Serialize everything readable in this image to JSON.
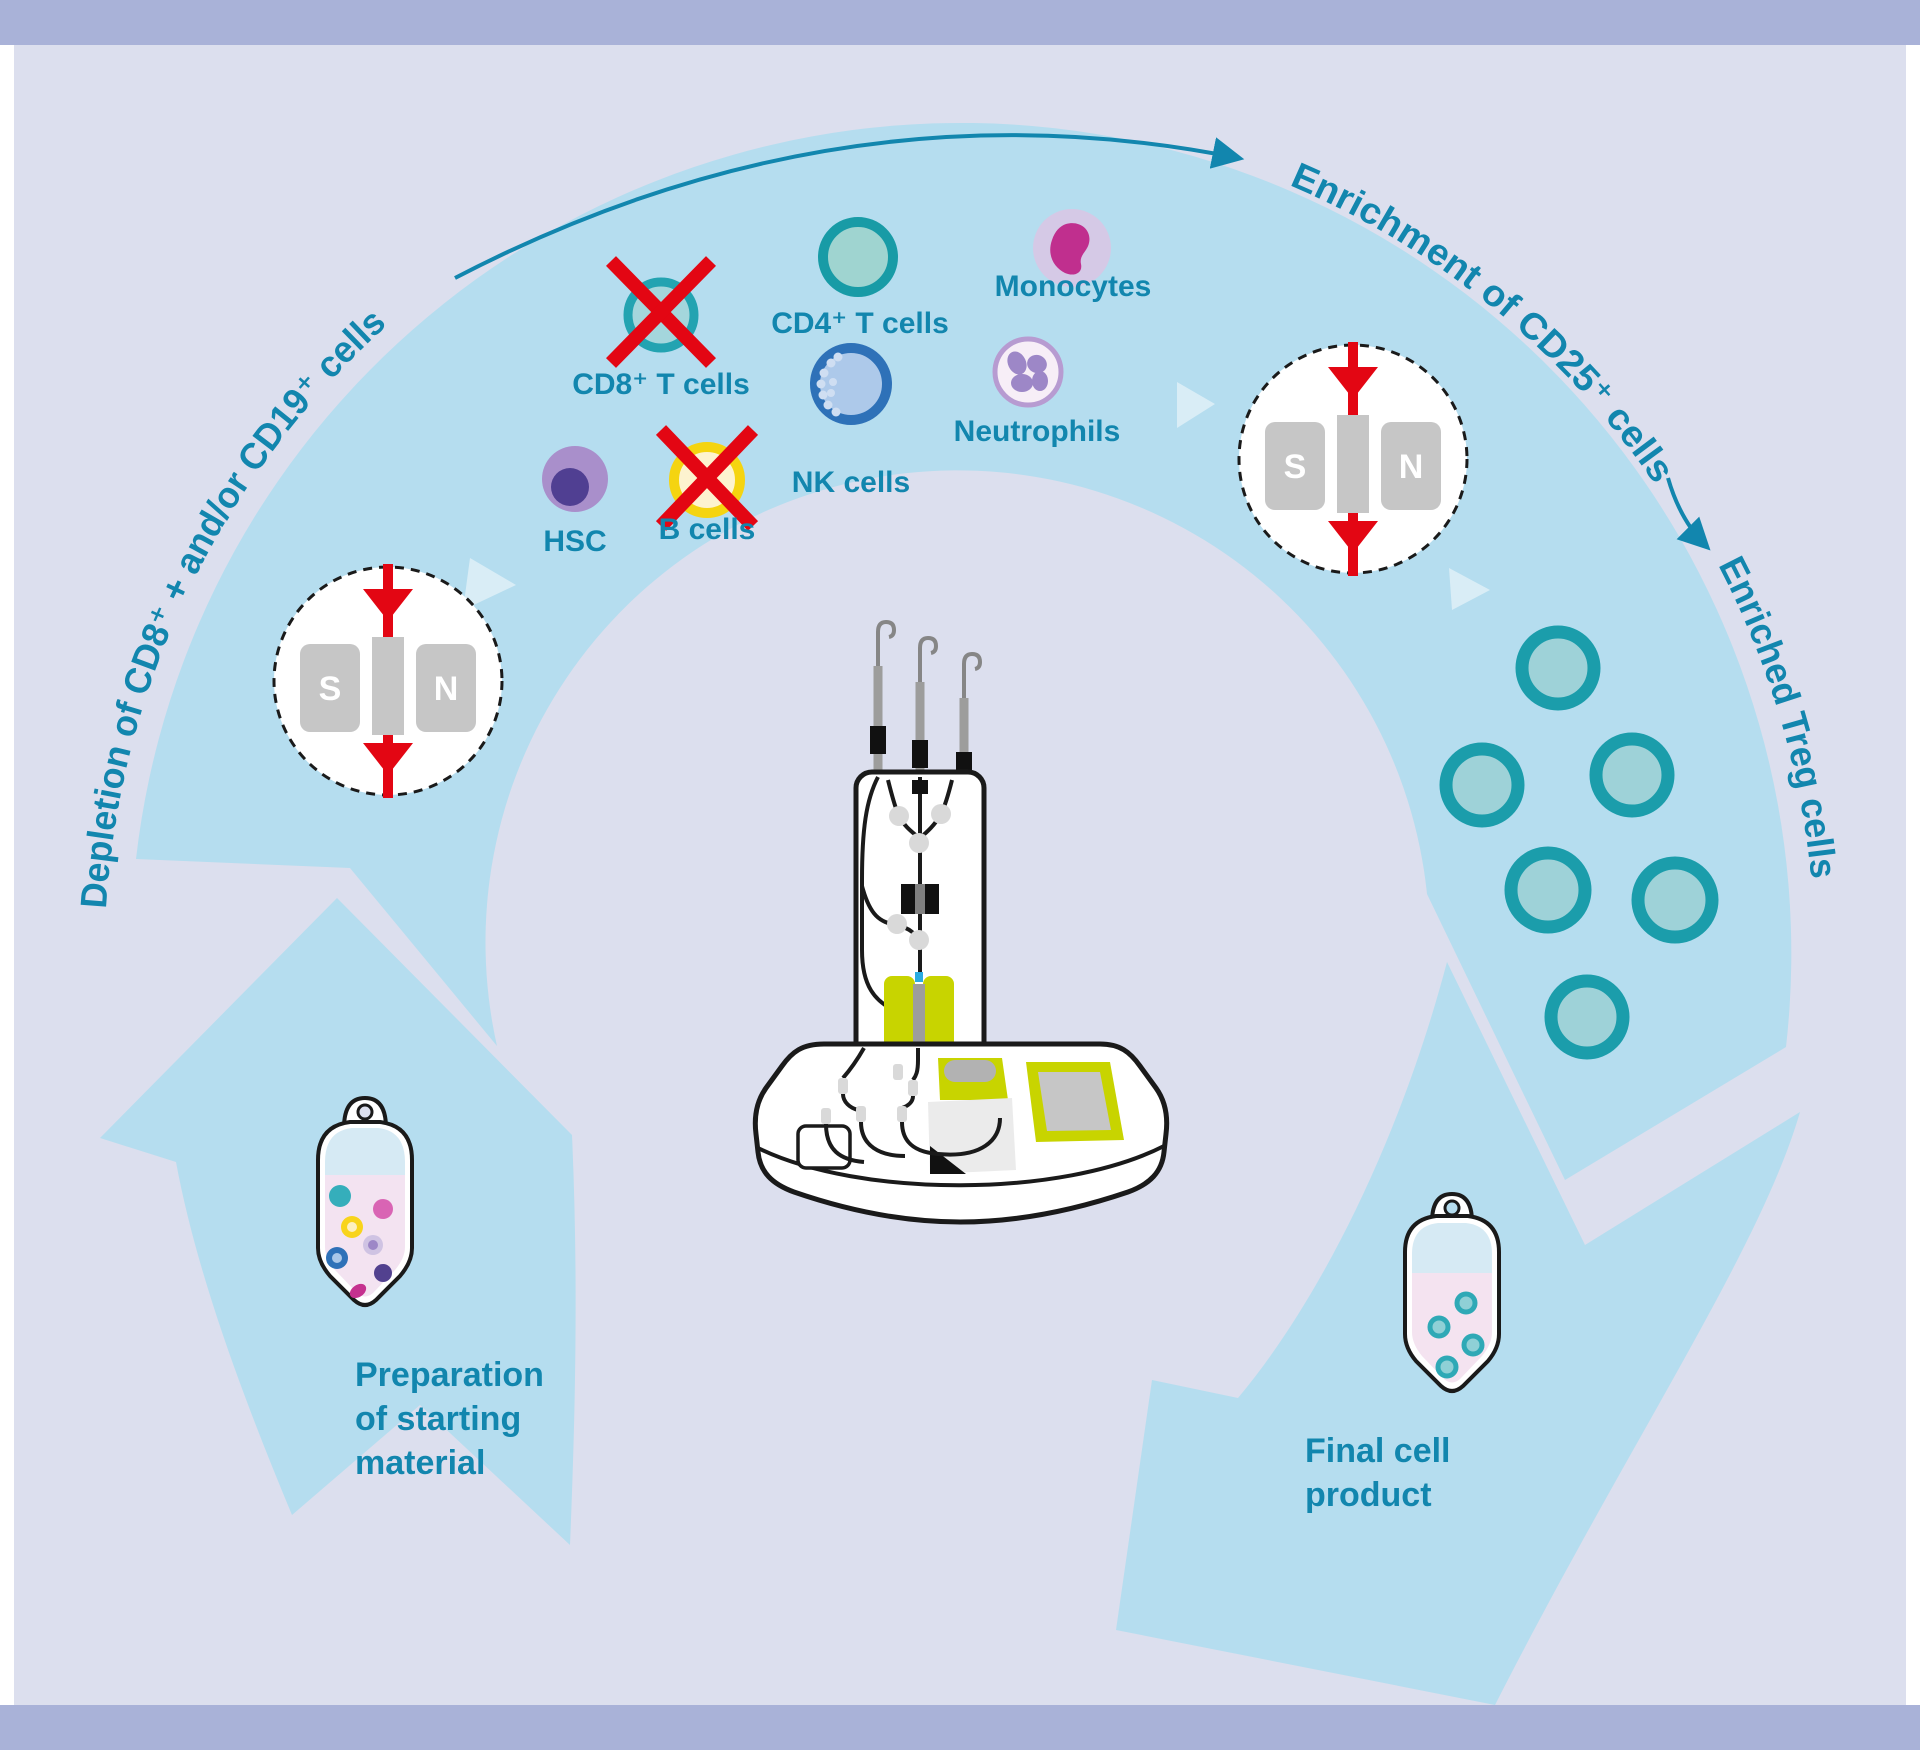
{
  "palette": {
    "background": "#dcdfee",
    "frame_bar": "#a9b2d8",
    "ring_blue": "#b5ddef",
    "chevron_light": "#d9edf6",
    "text_teal": "#1286ae",
    "red": "#e30613",
    "magnet_gray": "#c6c6c6",
    "treg_ring": "#1b9dab",
    "treg_fill": "#9ed2d8",
    "device_lime": "#c8d400"
  },
  "stages": {
    "depletion": {
      "label": "Depletion of CD8⁺ + and/or CD19⁺ cells"
    },
    "enrichment": {
      "label": "Enrichment of CD25⁺ cells"
    },
    "enriched_treg": {
      "label": "Enriched Treg cells"
    },
    "preparation": {
      "lines": [
        "Preparation",
        "of starting",
        "material"
      ]
    },
    "final_product": {
      "lines": [
        "Final cell",
        "product"
      ]
    }
  },
  "cells": {
    "cd8": {
      "label": "CD8⁺ T cells",
      "depleted": true
    },
    "cd4": {
      "label": "CD4⁺ T cells",
      "depleted": false
    },
    "monocytes": {
      "label": "Monocytes",
      "depleted": false
    },
    "nk": {
      "label": "NK cells",
      "depleted": false
    },
    "neutrophils": {
      "label": "Neutrophils",
      "depleted": false
    },
    "hsc": {
      "label": "HSC",
      "depleted": false
    },
    "b": {
      "label": "B cells",
      "depleted": true
    }
  },
  "magnets": {
    "south": "S",
    "north": "N"
  },
  "icons": {
    "magnet": "magnet-separation-column-icon",
    "device": "cell-separator-instrument-icon",
    "bag_start": "starting-material-bag-icon",
    "bag_final": "final-product-bag-icon",
    "treg": "treg-cell-icon",
    "cross": "red-cross-depletion-icon",
    "flow_chevron": "flow-direction-chevron-icon",
    "curved_arrow": "process-direction-arrow-icon"
  }
}
